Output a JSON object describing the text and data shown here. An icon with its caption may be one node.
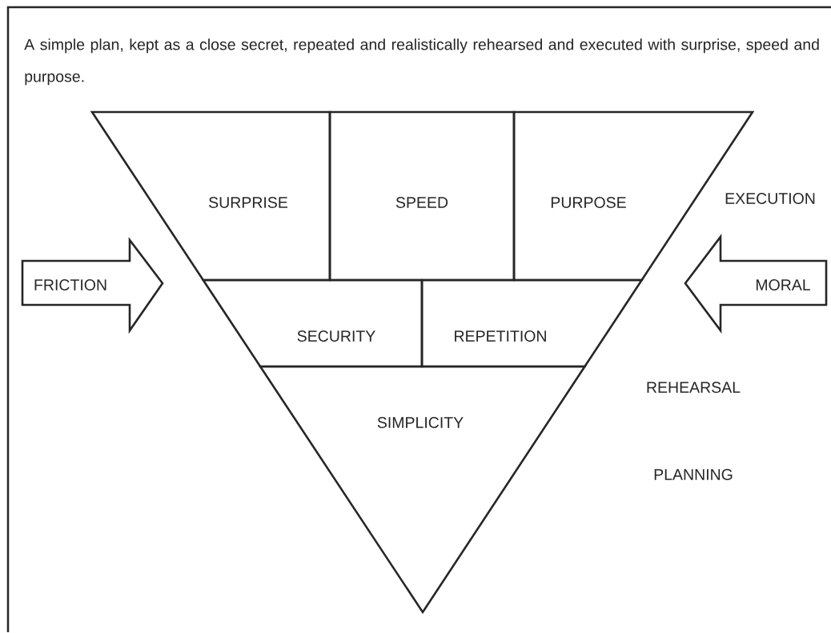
{
  "diagram": {
    "title": "A simple plan, kept as a close secret, repeated and realistically rehearsed and executed with surprise, speed and purpose.",
    "nodes": [
      {
        "text": [
          "SURPRISE"
        ]
      },
      {
        "text": [
          "SPEED"
        ]
      },
      {
        "text": [
          "PURPOSE"
        ]
      },
      {
        "text": [
          "SECURITY"
        ]
      },
      {
        "text": [
          "REPETITION"
        ]
      },
      {
        "text": [
          "SIMPLICITY"
        ]
      },
      {
        "text": [
          "FRICTION"
        ]
      },
      {
        "text": [
          "MORAL"
        ]
      }
    ],
    "labels": [
      "EXECUTION",
      "REHEARSAL",
      "PLANNING"
    ]
  }
}
